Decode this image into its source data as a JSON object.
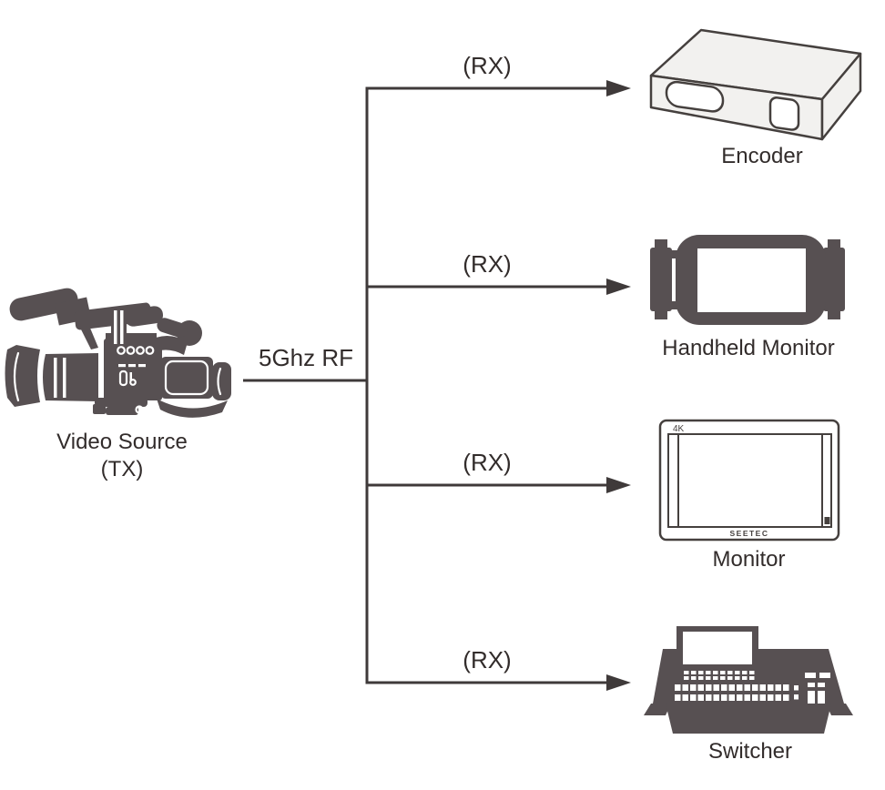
{
  "diagram": {
    "source": {
      "label": "Video Source",
      "sublabel": "(TX)"
    },
    "link_label": "5Ghz RF",
    "branches": [
      {
        "rx_label": "(RX)",
        "device_label": "Encoder"
      },
      {
        "rx_label": "(RX)",
        "device_label": "Handheld Monitor"
      },
      {
        "rx_label": "(RX)",
        "device_label": "Monitor"
      },
      {
        "rx_label": "(RX)",
        "device_label": "Switcher"
      }
    ],
    "monitor_screen": {
      "badge": "4K",
      "brand": "SEETEC"
    }
  },
  "colors": {
    "device_gray": "#575052",
    "line": "#3f3a3a",
    "text": "#322c2b",
    "light_fill": "#f2f1ef",
    "outline": "#45403e"
  }
}
